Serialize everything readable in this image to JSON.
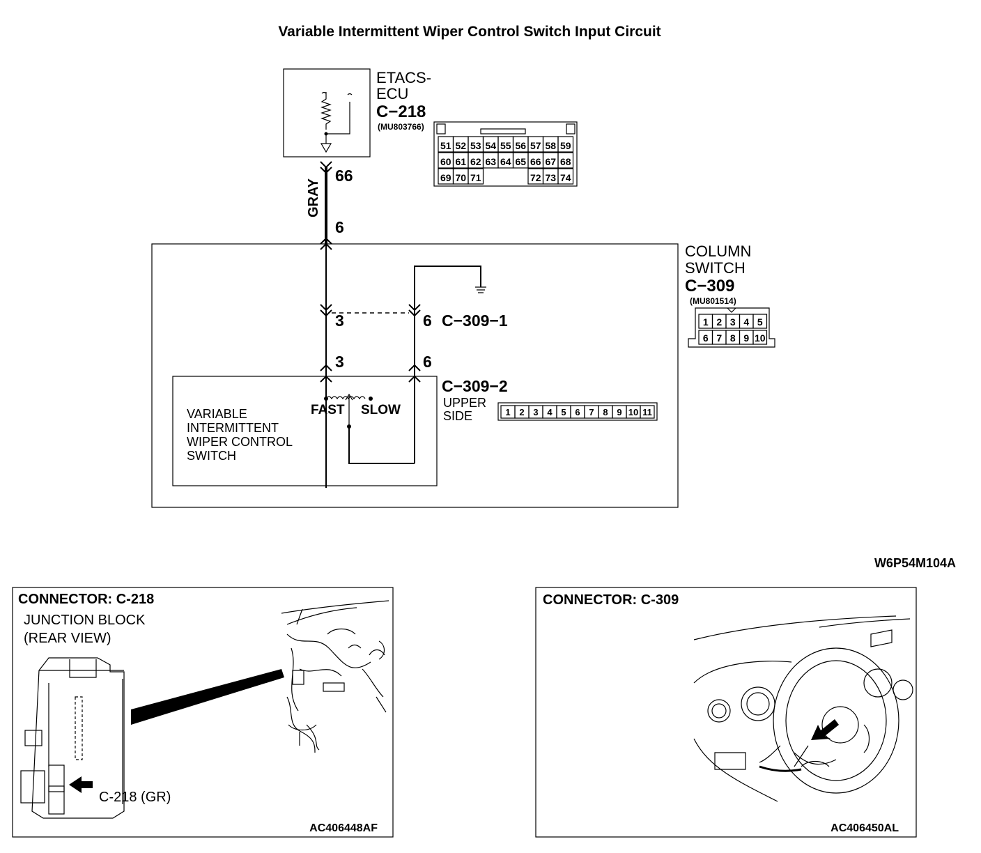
{
  "title": "Variable Intermittent Wiper Control Switch Input Circuit",
  "figure_code": "W6P54M104A",
  "ecu": {
    "name_line1": "ETACS-",
    "name_line2": "ECU",
    "connector": "C−218",
    "part": "(MU803766)",
    "pin": "66",
    "pins_row1": [
      "51",
      "52",
      "53",
      "54",
      "55",
      "56",
      "57",
      "58",
      "59"
    ],
    "pins_row2": [
      "60",
      "61",
      "62",
      "63",
      "64",
      "65",
      "66",
      "67",
      "68"
    ],
    "pins_row3_left": [
      "69",
      "70",
      "71"
    ],
    "pins_row3_right": [
      "72",
      "73",
      "74"
    ]
  },
  "wire": {
    "color": "GRAY",
    "pin_top": "66",
    "pin_bottom": "6"
  },
  "column_switch": {
    "name_line1": "COLUMN",
    "name_line2": "SWITCH",
    "connector": "C−309",
    "part": "(MU801514)",
    "pins_row1": [
      "1",
      "2",
      "3",
      "4",
      "5"
    ],
    "pins_row2": [
      "6",
      "7",
      "8",
      "9",
      "10"
    ],
    "conn1_label": "C−309−1",
    "conn1_pin_left": "3",
    "conn1_pin_right": "6",
    "conn2_label": "C−309−2",
    "conn2_pin_left": "3",
    "conn2_pin_right": "6",
    "conn2_upper_line1": "UPPER",
    "conn2_upper_line2": "SIDE",
    "conn2_pins": [
      "1",
      "2",
      "3",
      "4",
      "5",
      "6",
      "7",
      "8",
      "9",
      "10",
      "11"
    ]
  },
  "switch": {
    "label_line1": "VARIABLE",
    "label_line2": "INTERMITTENT",
    "label_line3": "WIPER CONTROL",
    "label_line4": "SWITCH",
    "fast": "FAST",
    "slow": "SLOW"
  },
  "panel_left": {
    "heading": "CONNECTOR: C-218",
    "line1": "JUNCTION BLOCK",
    "line2": "(REAR VIEW)",
    "callout": "C-218 (GR)",
    "code": "AC406448AF"
  },
  "panel_right": {
    "heading": "CONNECTOR: C-309",
    "code": "AC406450AL"
  }
}
